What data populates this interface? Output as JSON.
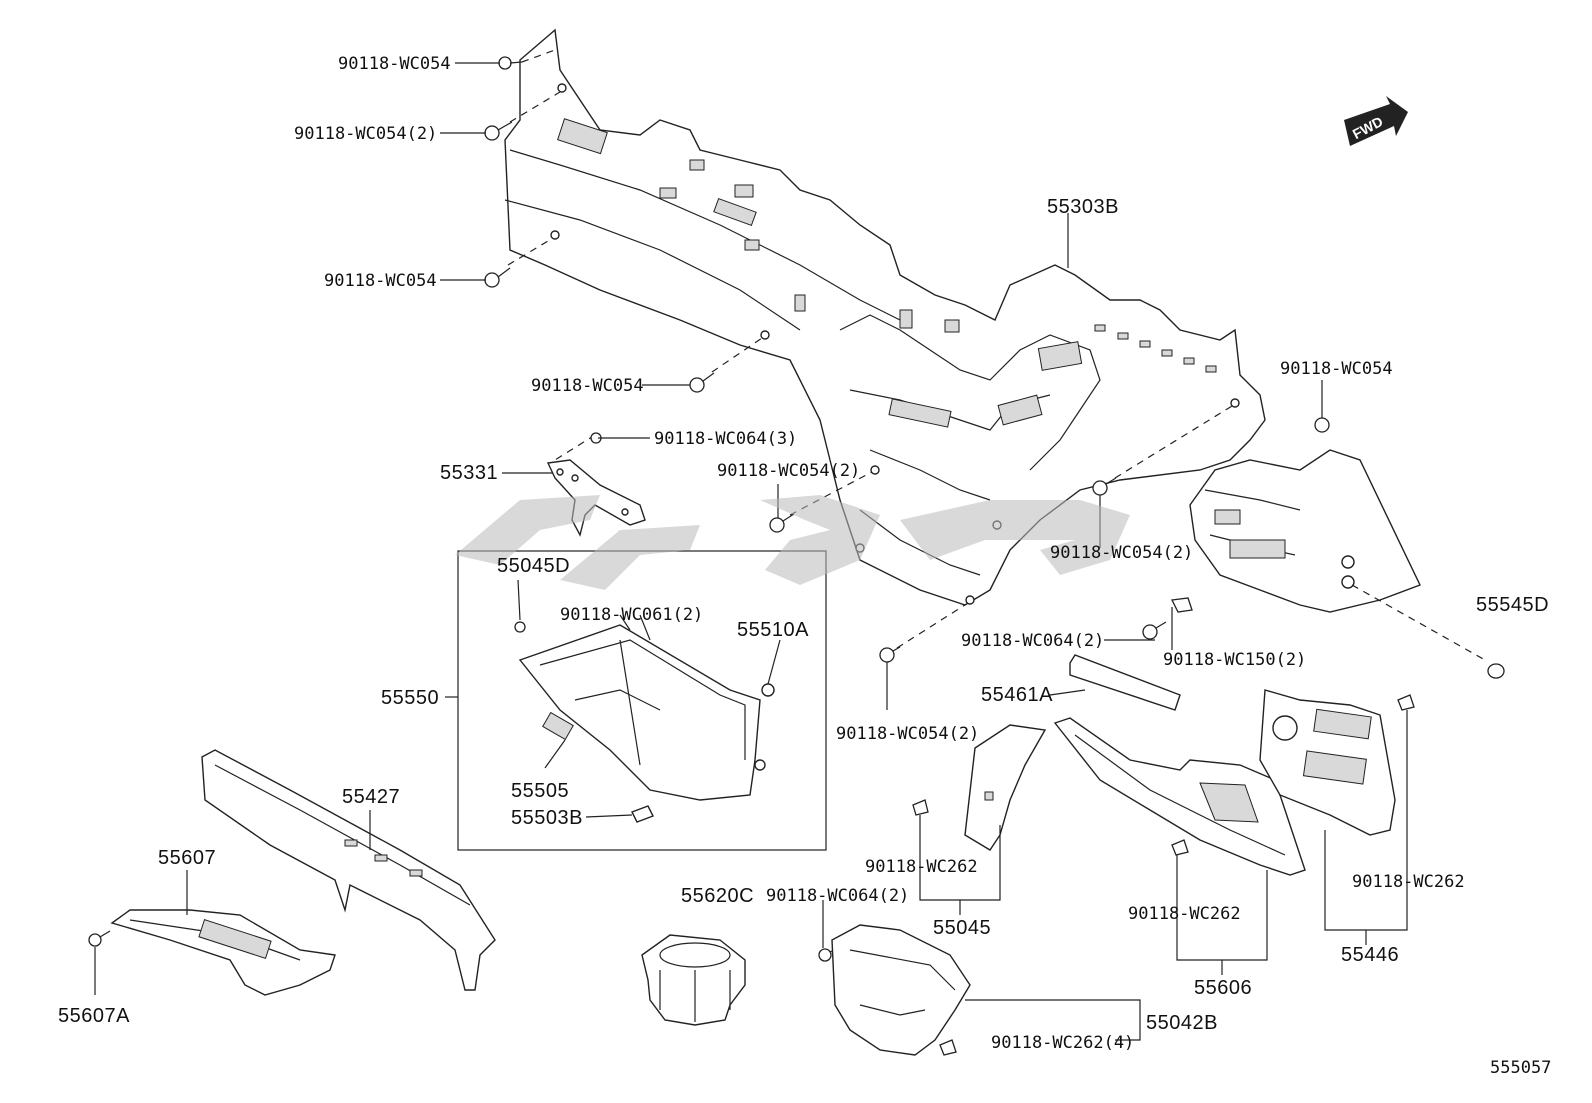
{
  "diagram": {
    "figure_number": "555057",
    "direction_badge": "FWD",
    "labels": {
      "screw_top_1": "90118-WC054",
      "screw_top_2": "90118-WC054(2)",
      "screw_left_mid": "90118-WC054",
      "screw_center_low": "90118-WC054",
      "screw_right_top": "90118-WC054",
      "screw_wc064_3": "90118-WC064(3)",
      "screw_center_2": "90118-WC054(2)",
      "screw_right_2": "90118-WC054(2)",
      "screw_wc064_2": "90118-WC064(2)",
      "screw_wc150": "90118-WC150(2)",
      "screw_bottom_2": "90118-WC054(2)",
      "screw_wc061": "90118-WC061(2)",
      "clip_262_a": "90118-WC262",
      "clip_262_b": "90118-WC262",
      "clip_262_c": "90118-WC262",
      "screw_wc064_2b": "90118-WC064(2)",
      "clip_262_4": "90118-WC262(4)",
      "p55303B": "55303B",
      "p55331": "55331",
      "p55045D": "55045D",
      "p55510A": "55510A",
      "p55550": "55550",
      "p55505": "55505",
      "p55503B": "55503B",
      "p55545D": "55545D",
      "p55461A": "55461A",
      "p55427": "55427",
      "p55607": "55607",
      "p55607A": "55607A",
      "p55620C": "55620C",
      "p55045": "55045",
      "p55606": "55606",
      "p55446": "55446",
      "p55042B": "55042B"
    }
  }
}
